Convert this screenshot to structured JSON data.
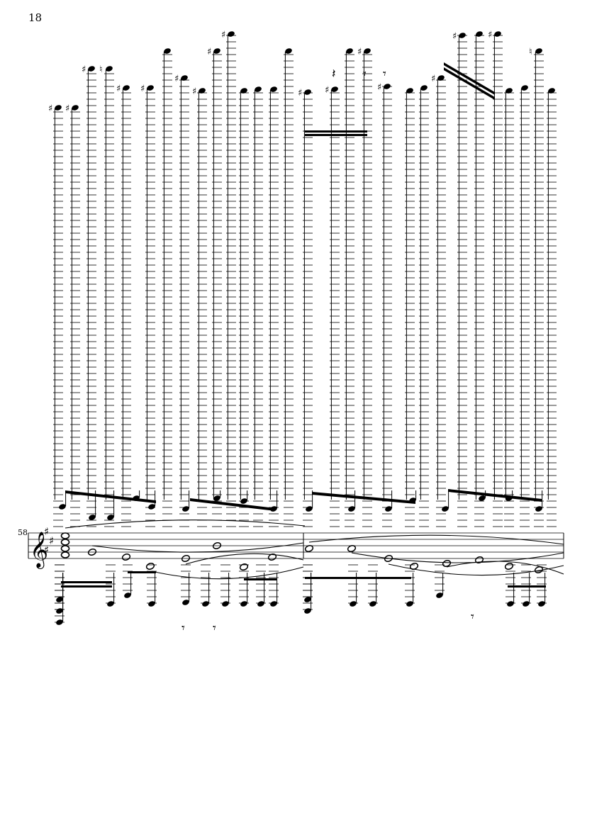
{
  "page": {
    "number": "18",
    "measure_number": "58"
  },
  "score": {
    "clef": "treble",
    "key_signature": "F#, C#, G#",
    "ink_color": "#000000",
    "background_color": "#ffffff"
  }
}
